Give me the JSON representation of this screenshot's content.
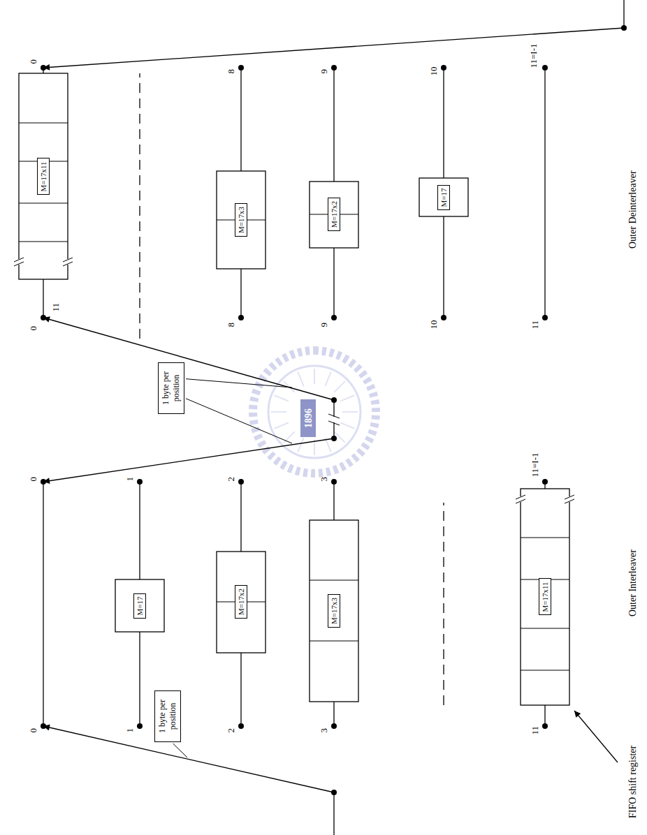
{
  "diagram": {
    "nodes": [
      {
        "text": [
          "1 byte per position"
        ]
      },
      {
        "text": [
          "M=17"
        ]
      },
      {
        "text": [
          "M=17x2"
        ]
      },
      {
        "text": [
          "M=17x3"
        ]
      },
      {
        "text": [
          "M=17x11"
        ]
      },
      {
        "text": [
          "1 byte per position"
        ]
      },
      {
        "text": [
          "M=17x11"
        ]
      },
      {
        "text": [
          "M=17x3"
        ]
      },
      {
        "text": [
          "M=17x2"
        ]
      },
      {
        "text": [
          "M=17"
        ]
      }
    ],
    "labels": [
      "0",
      "1",
      "2",
      "3",
      "11",
      "0",
      "1",
      "2",
      "3",
      "11=I-1",
      "0",
      "11",
      "8",
      "9",
      "10",
      "11",
      "0",
      "8",
      "9",
      "10",
      "11=I-1",
      "FIFO shift register",
      "Outer Interleaver",
      "Outer Deinterleaver",
      "1896"
    ]
  }
}
